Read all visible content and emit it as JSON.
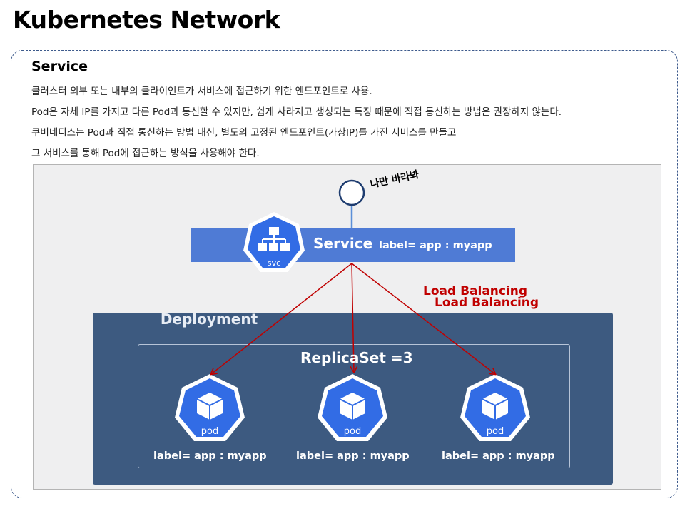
{
  "page": {
    "title": "Kubernetes Network"
  },
  "section": {
    "title": "Service",
    "lines": [
      "클러스터 외부 또는 내부의 클라이언트가 서비스에 접근하기 위한 엔드포인트로 사용.",
      "Pod은 자체 IP를 가지고 다른 Pod과 통신할 수 있지만, 쉽게 사라지고 생성되는 특징 때문에 직접 통신하는 방법은 권장하지 않는다.",
      "쿠버네티스는 Pod과 직접 통신하는 방법 대신, 별도의 고정된 엔드포인트(가상IP)를 가진 서비스를 만들고",
      "그 서비스를 통해 Pod에 접근하는 방식을 사용해야 한다."
    ]
  },
  "diagram": {
    "client_label": "나만 바라봐",
    "service": {
      "icon_text": "svc",
      "name": "Service",
      "label": "label= app : myapp"
    },
    "load_balancing": [
      "Load Balancing",
      "Load Balancing"
    ],
    "deployment_title": "Deployment",
    "replicaset_title": "ReplicaSet =3",
    "pods": [
      {
        "icon_text": "pod",
        "label": "label= app : myapp"
      },
      {
        "icon_text": "pod",
        "label": "label= app : myapp"
      },
      {
        "icon_text": "pod",
        "label": "label= app : myapp"
      }
    ],
    "colors": {
      "k8s_blue": "#326ce5",
      "service_bar": "#4f7bd5",
      "deployment_bg": "#3d5a80",
      "arrow": "#c00000",
      "connector": "#5b8fd8"
    }
  }
}
